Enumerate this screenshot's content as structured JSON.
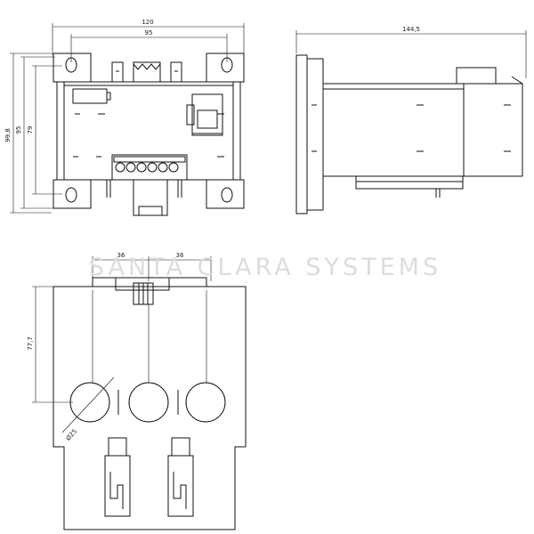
{
  "dimensions": {
    "top_view": {
      "overall_width": "120",
      "hole_spacing": "95",
      "overall_height": "99,8",
      "hole_height": "95",
      "inner_height": "79"
    },
    "side_view": {
      "depth": "144,5"
    },
    "bottom_view": {
      "spacing_left": "36",
      "spacing_right": "36",
      "height": "77,7",
      "hole_diameter": "Ø25"
    }
  },
  "watermark": {
    "text": "SANTA CLARA SYSTEMS",
    "color": "#dcdcdc"
  },
  "colors": {
    "line": "#111111",
    "background": "#ffffff"
  }
}
